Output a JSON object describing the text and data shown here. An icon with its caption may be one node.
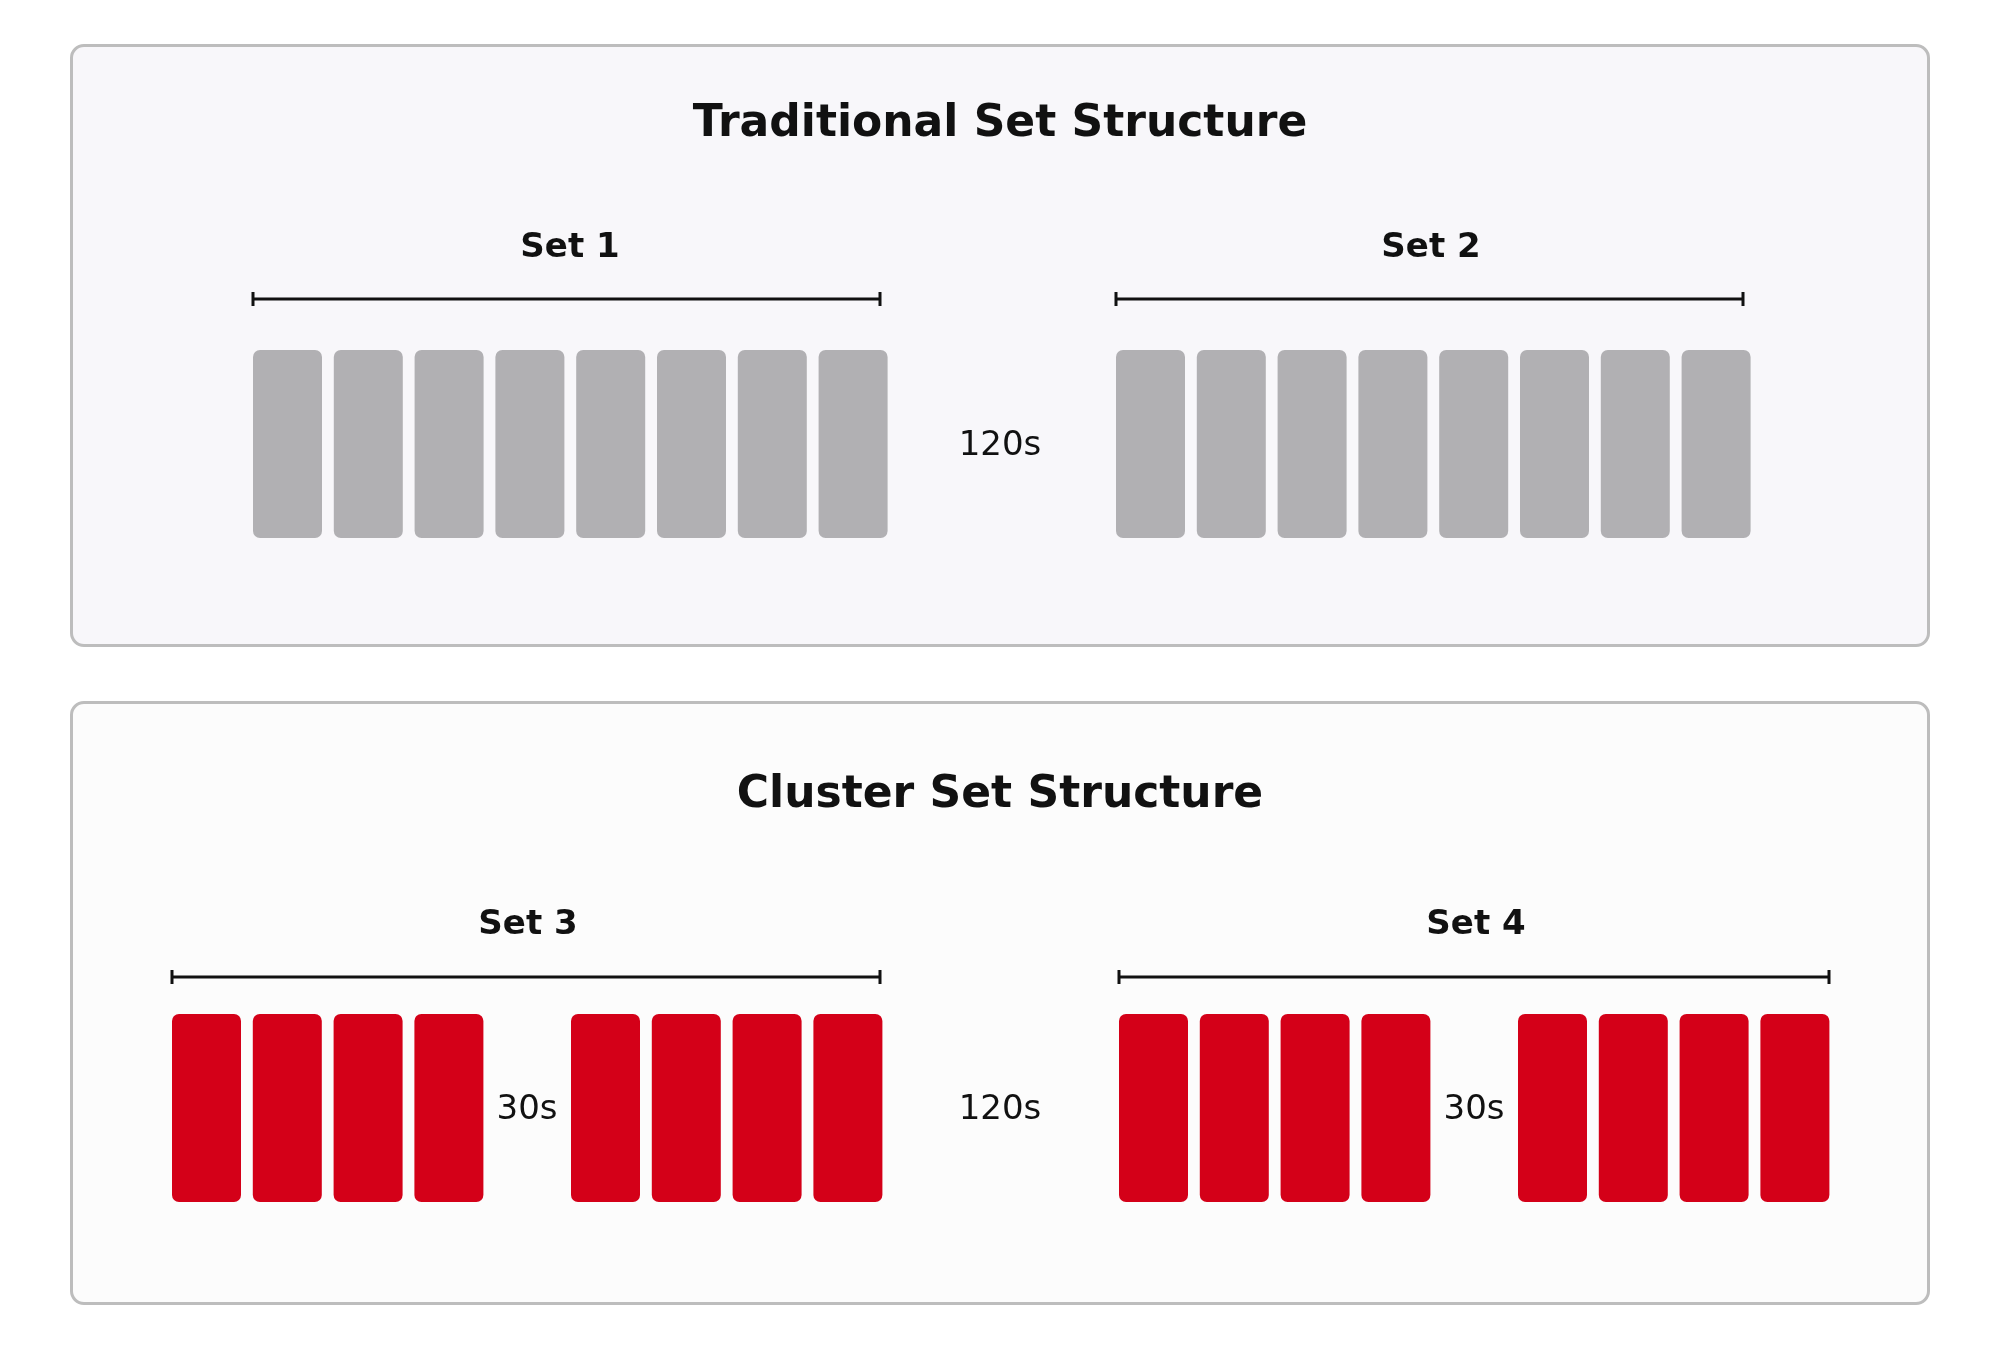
{
  "diagram": {
    "nodes": [
      {
        "text": [
          "Traditional Set Structure"
        ]
      },
      {
        "text": [
          "Cluster Set Structure"
        ]
      }
    ],
    "labels": [
      "Set 1",
      "Set 2",
      "120s",
      "Set 3",
      "Set 4",
      "30s",
      "120s",
      "30s"
    ]
  }
}
